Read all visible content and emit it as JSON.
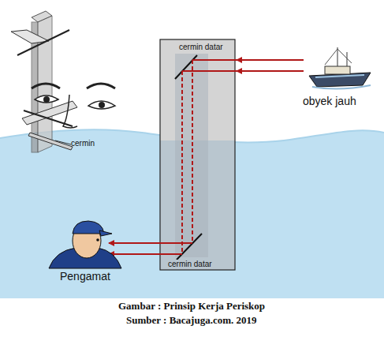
{
  "diagram": {
    "caption": "Gambar : Prinsip Kerja Periskop",
    "labels": [
      "cermin",
      "cermin datar",
      "cermin datar",
      "obyek jauh",
      "Pengamat",
      "Sumber : Bacajuga.com. 2019"
    ]
  }
}
